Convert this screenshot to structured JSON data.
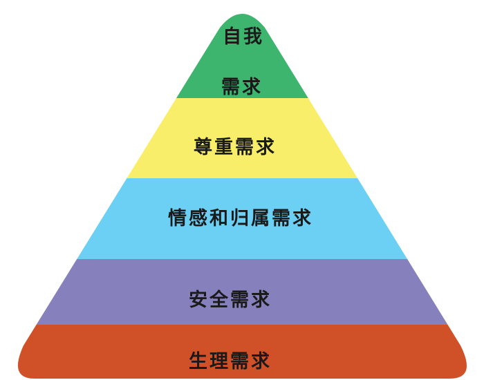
{
  "diagram": {
    "type": "pyramid",
    "levels": [
      {
        "lines": [
          "自我",
          "需求"
        ],
        "color": "#3db56f"
      },
      {
        "lines": [
          "尊重需求"
        ],
        "color": "#f9ee6a"
      },
      {
        "lines": [
          "情感和归属需求"
        ],
        "color": "#6ccff4"
      },
      {
        "lines": [
          "安全需求"
        ],
        "color": "#8680bc"
      },
      {
        "lines": [
          "生理需求"
        ],
        "color": "#d05128"
      }
    ]
  }
}
